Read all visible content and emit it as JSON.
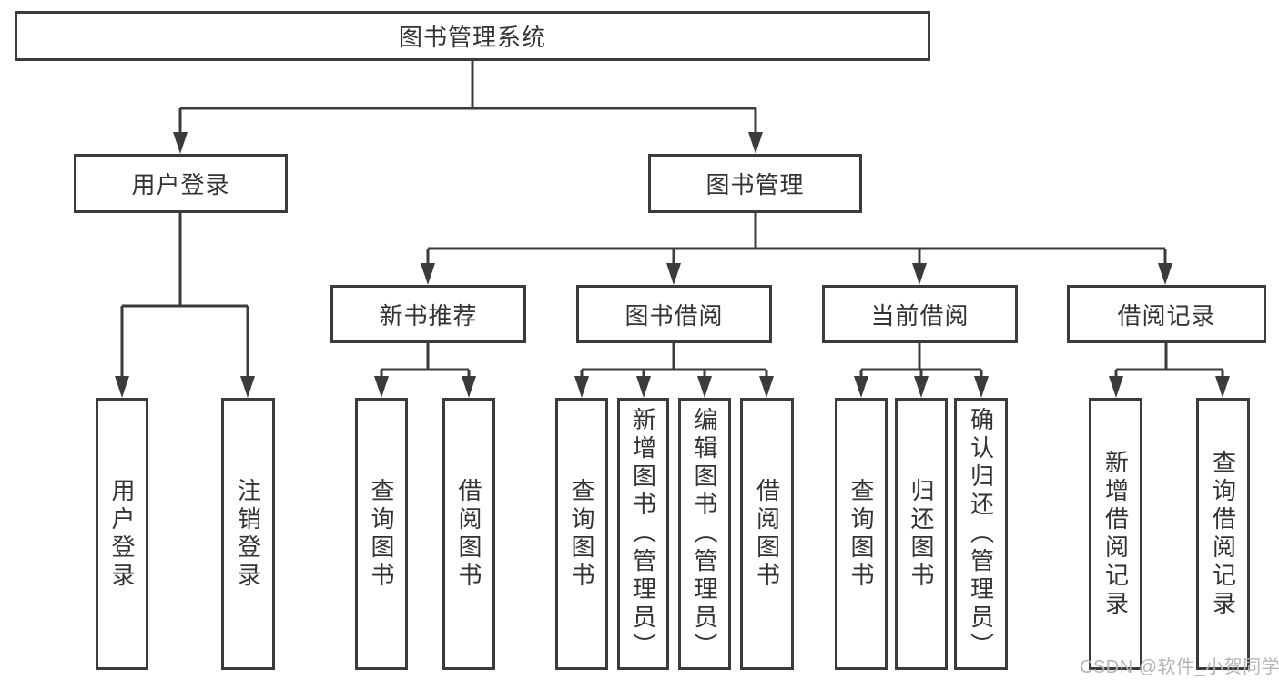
{
  "tree": {
    "label": "图书管理系统",
    "children": [
      {
        "label": "用户登录",
        "children": [
          {
            "label": "用户登录"
          },
          {
            "label": "注销登录"
          }
        ]
      },
      {
        "label": "图书管理",
        "children": [
          {
            "label": "新书推荐",
            "children": [
              {
                "label": "查询图书"
              },
              {
                "label": "借阅图书"
              }
            ]
          },
          {
            "label": "图书借阅",
            "children": [
              {
                "label": "查询图书"
              },
              {
                "label": "新增图书（管理员）"
              },
              {
                "label": "编辑图书（管理员）"
              },
              {
                "label": "借阅图书"
              }
            ]
          },
          {
            "label": "当前借阅",
            "children": [
              {
                "label": "查询图书"
              },
              {
                "label": "归还图书"
              },
              {
                "label": "确认归还（管理员）"
              }
            ]
          },
          {
            "label": "借阅记录",
            "children": [
              {
                "label": "新增借阅记录"
              },
              {
                "label": "查询借阅记录"
              }
            ]
          }
        ]
      }
    ]
  },
  "watermark": "CSDN @软件_小贺同学",
  "colors": {
    "line": "#3b3b3b",
    "text": "#333333",
    "watermark": "#b6b6b6",
    "background": "#ffffff"
  }
}
